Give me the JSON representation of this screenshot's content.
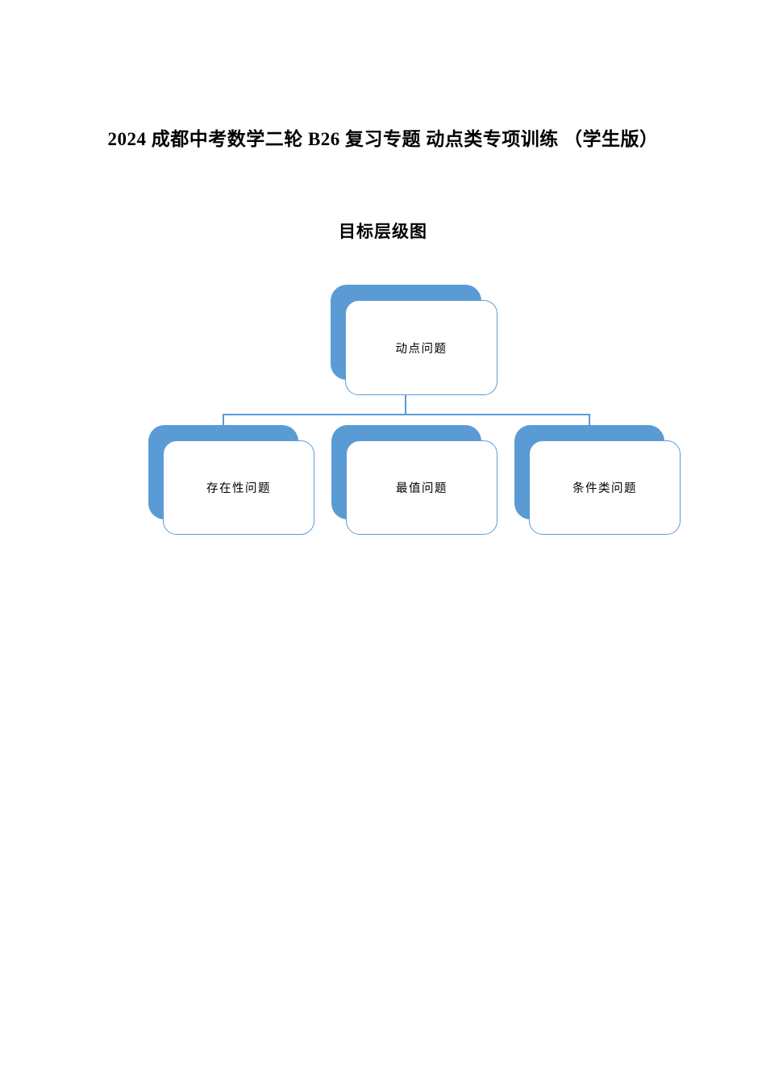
{
  "document": {
    "title": "2024 成都中考数学二轮 B26 复习专题 动点类专项训练 （学生版）",
    "section_heading": "目标层级图"
  },
  "diagram": {
    "type": "hierarchy-org-chart",
    "root": {
      "label": "动点问题"
    },
    "children": [
      {
        "label": "存在性问题"
      },
      {
        "label": "最值问题"
      },
      {
        "label": "条件类问题"
      }
    ],
    "colors": {
      "accent": "#5B9BD5",
      "node_fill": "#FFFFFF",
      "node_border": "#5B9BD5",
      "connector": "#5B9BD5",
      "text": "#000000"
    }
  }
}
